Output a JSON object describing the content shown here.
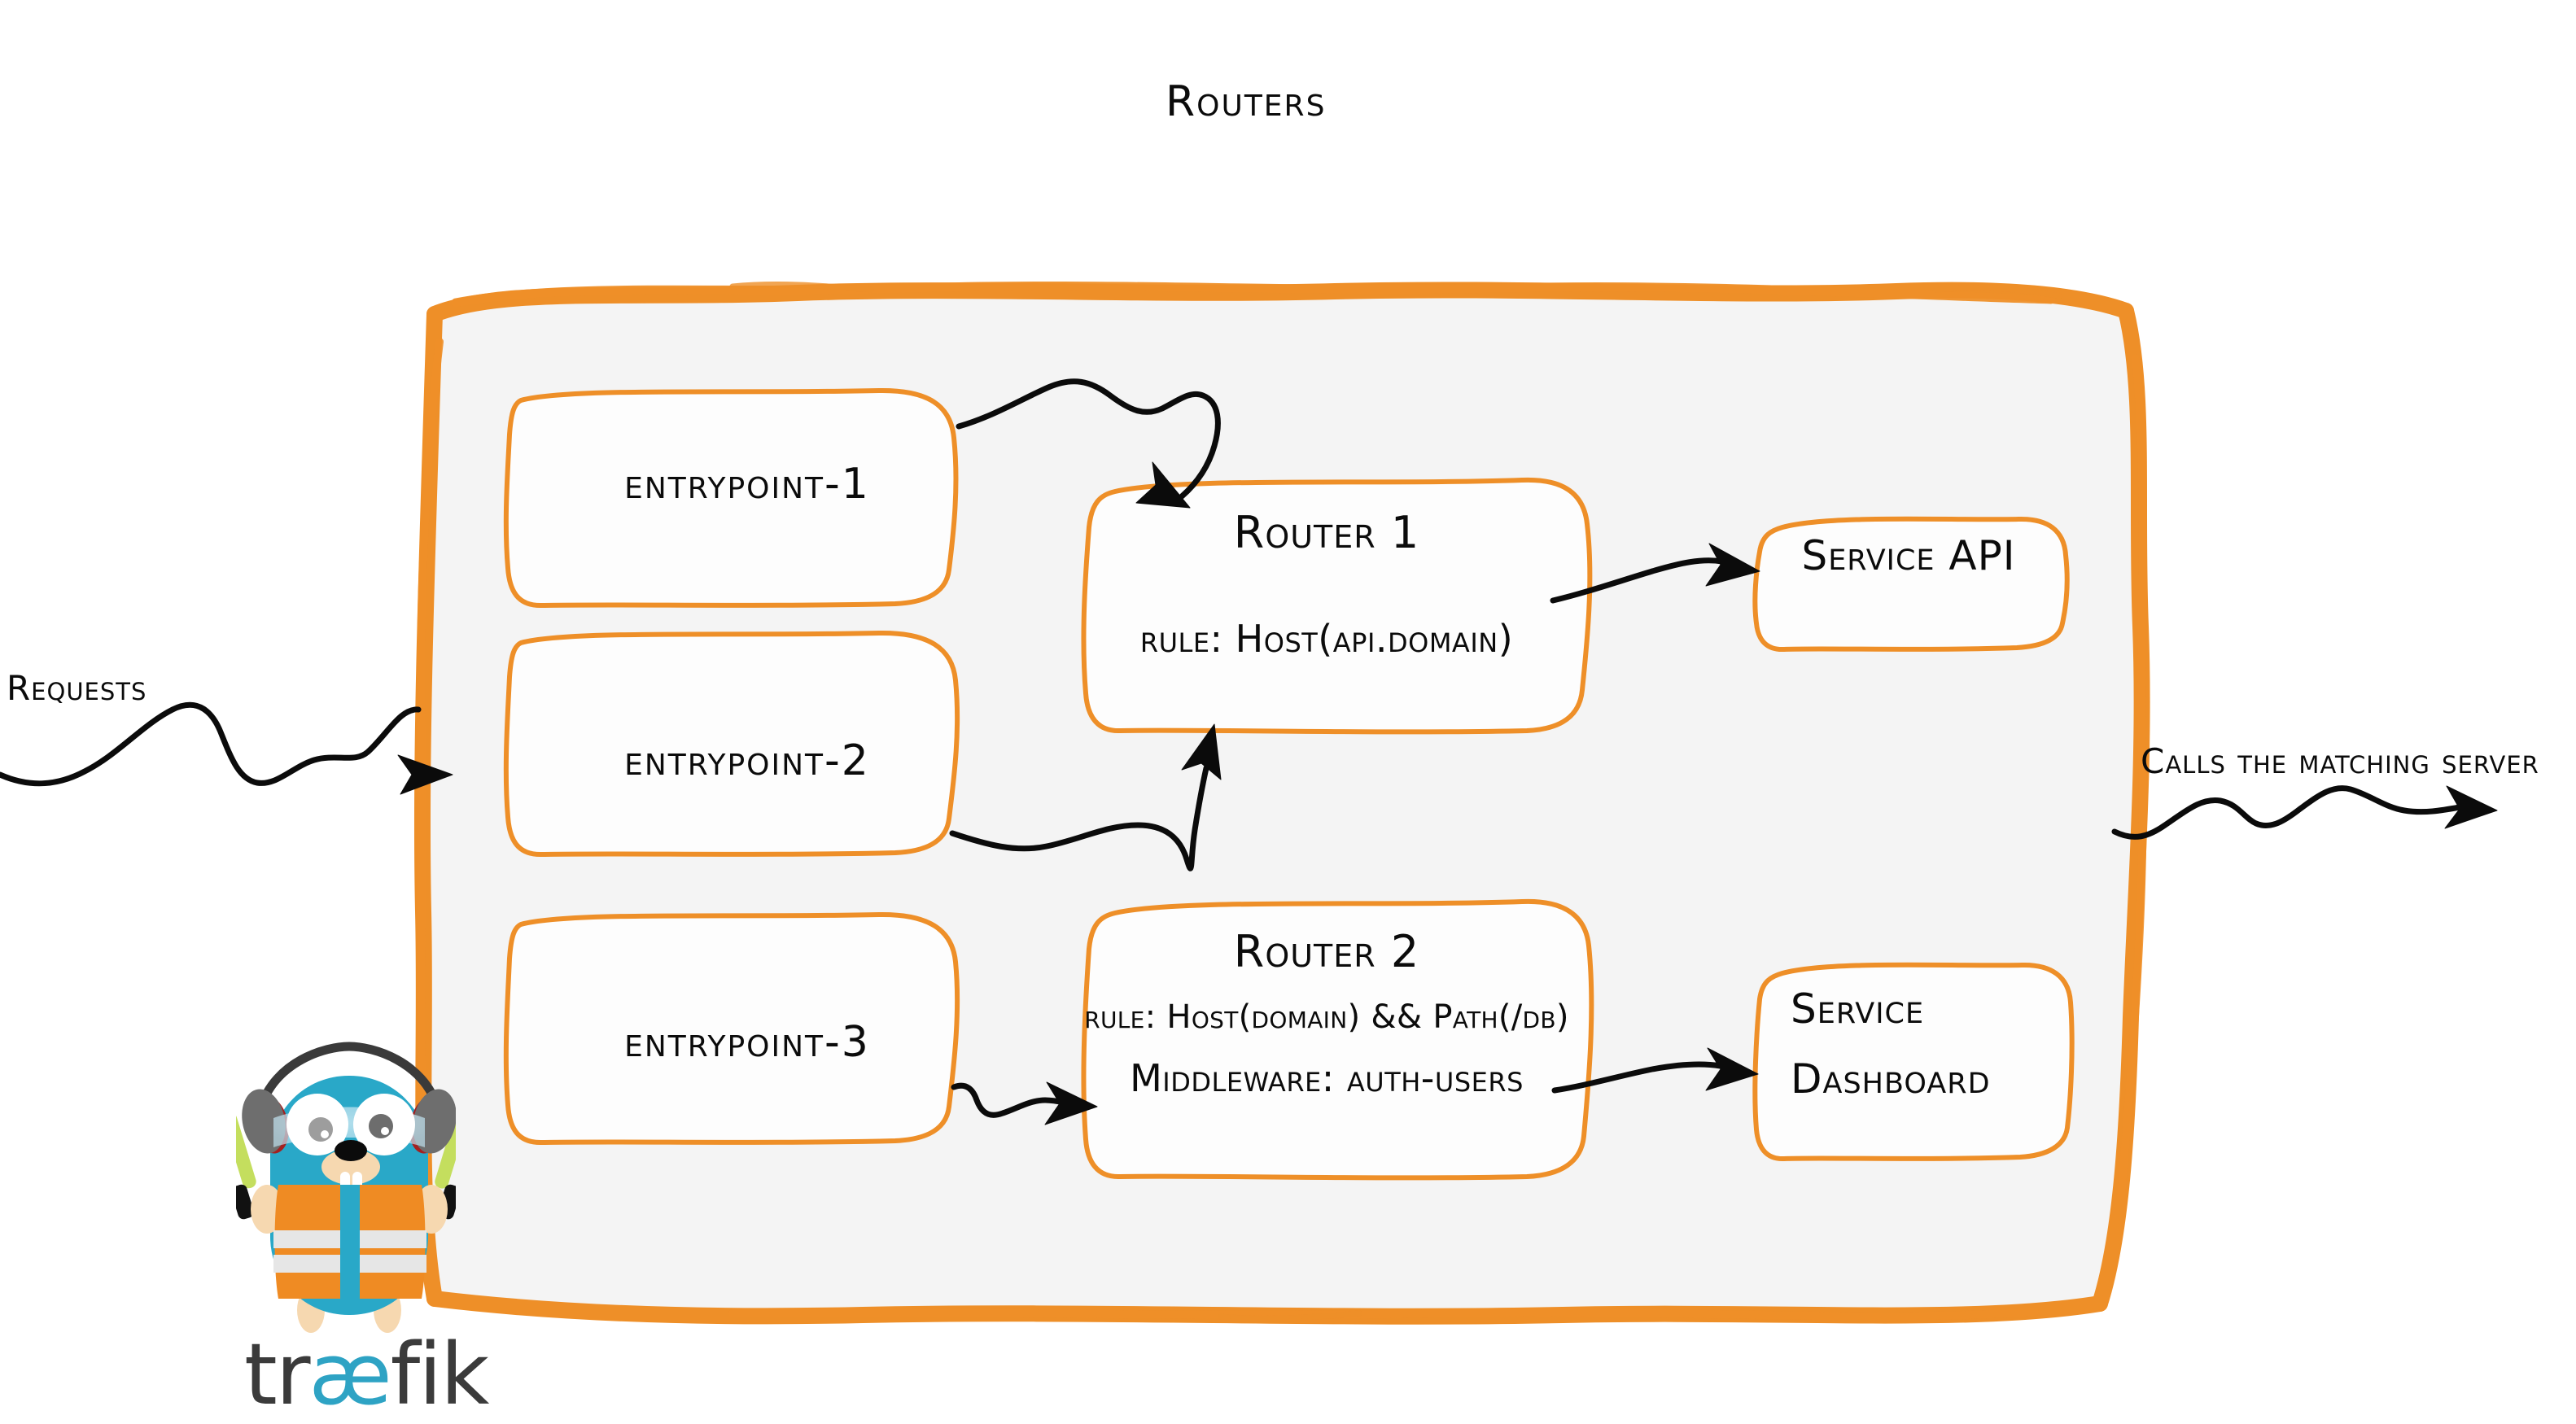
{
  "diagram": {
    "title": "Routers",
    "colors": {
      "accent_orange": "#ee8f28",
      "panel_fill": "#f4f4f4",
      "box_fill": "#fdfdfd",
      "ink": "#0b0b0b",
      "gopher_body": "#29a8c8",
      "vest_orange": "#ef8b23",
      "wand_green": "#c4de5e",
      "logo_text": "#3b3b3b",
      "logo_ae": "#2ea3c4"
    }
  },
  "entrypoints": [
    {
      "label": "entrypoint-1"
    },
    {
      "label": "entrypoint-2"
    },
    {
      "label": "entrypoint-3"
    }
  ],
  "routers": [
    {
      "title": "Router 1",
      "rule": "rule: Host(api.domain)"
    },
    {
      "title": "Router 2",
      "rule": "rule: Host(domain) && Path(/db)",
      "middleware": "Middleware: auth-users"
    }
  ],
  "services": [
    {
      "label": "Service API"
    },
    {
      "line1": "Service",
      "line2": "Dashboard"
    }
  ],
  "annotations": {
    "requests": "Requests",
    "calls": "Calls the matching server"
  },
  "logo": {
    "prefix": "tr",
    "ligature": "æ",
    "suffix": "fik"
  }
}
